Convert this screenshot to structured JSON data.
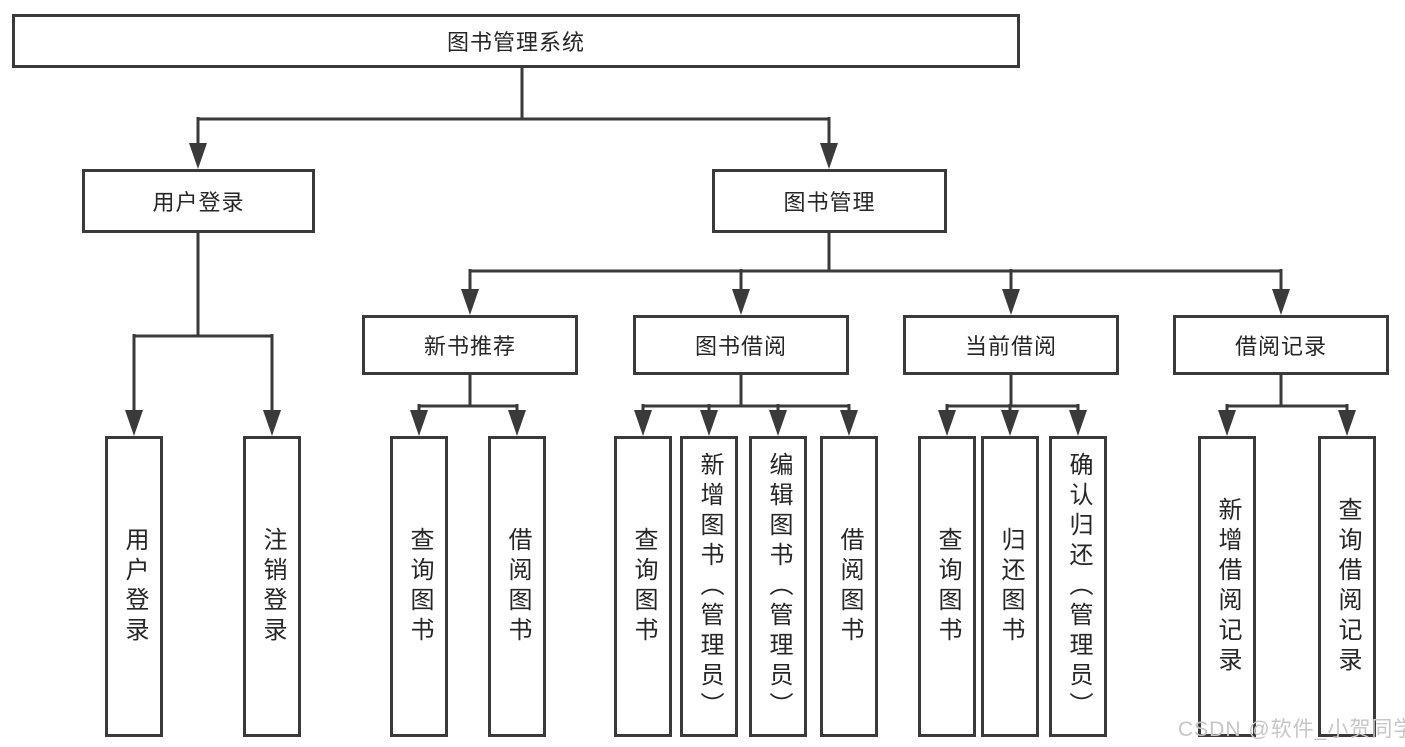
{
  "diagram": {
    "title": "图书管理系统",
    "level2": [
      {
        "label": "用户登录"
      },
      {
        "label": "图书管理"
      }
    ],
    "level3": [
      {
        "label": "新书推荐"
      },
      {
        "label": "图书借阅"
      },
      {
        "label": "当前借阅"
      },
      {
        "label": "借阅记录"
      }
    ],
    "leaves": {
      "user_login": [
        {
          "label": "用户登录"
        },
        {
          "label": "注销登录"
        }
      ],
      "new_book_rec": [
        {
          "label": "查询图书"
        },
        {
          "label": "借阅图书"
        }
      ],
      "book_borrow": [
        {
          "label": "查询图书"
        },
        {
          "label": "新增图书（管理员）"
        },
        {
          "label": "编辑图书（管理员）"
        },
        {
          "label": "借阅图书"
        }
      ],
      "current_borrow": [
        {
          "label": "查询图书"
        },
        {
          "label": "归还图书"
        },
        {
          "label": "确认归还（管理员）"
        }
      ],
      "borrow_record": [
        {
          "label": "新增借阅记录"
        },
        {
          "label": "查询借阅记录"
        }
      ]
    },
    "watermark": "CSDN @软件_小贺同学",
    "colors": {
      "line": "#3a3a3a",
      "text": "#262626",
      "watermark": "#c6c6c6",
      "background": "#ffffff"
    }
  }
}
